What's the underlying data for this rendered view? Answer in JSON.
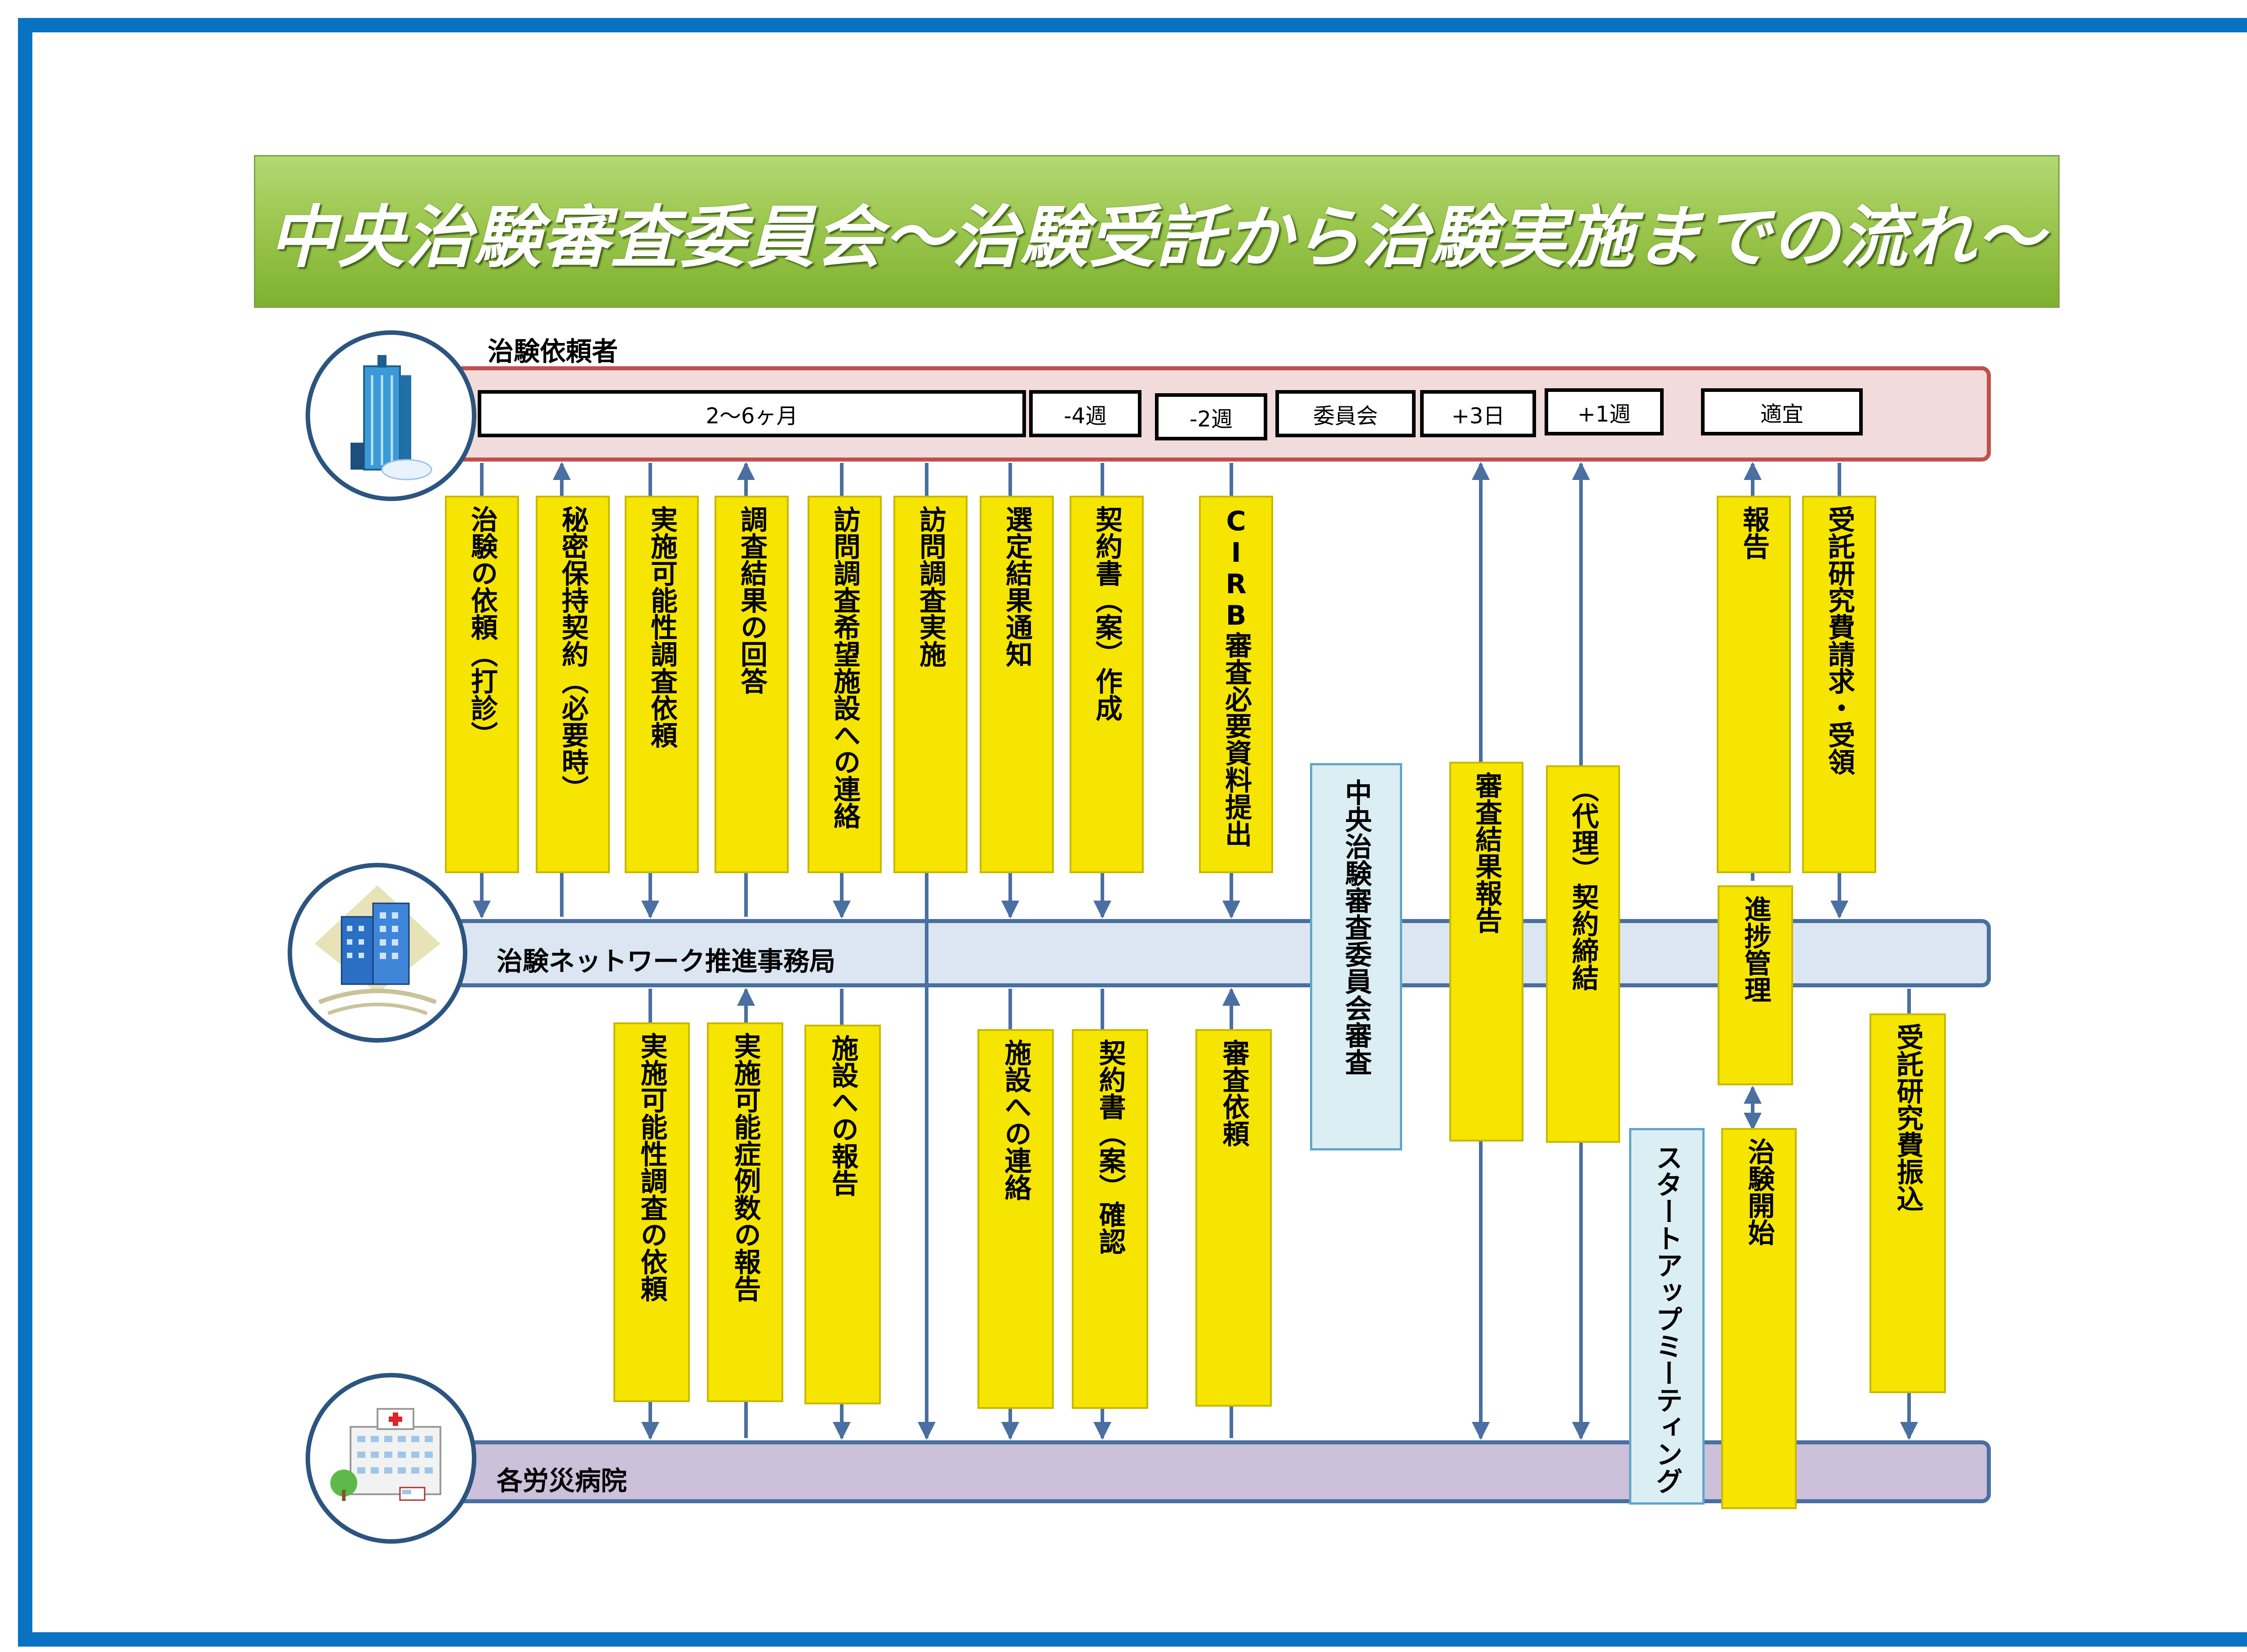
{
  "title": "中央治験審査委員会～治験受託から治験実施までの流れ～",
  "lanes": {
    "sponsor": "治験依頼者",
    "office": "治験ネットワーク推進事務局",
    "hospital": "各労災病院"
  },
  "timeline": [
    "2～6ヶ月",
    "-4週",
    "-2週",
    "委員会",
    "+3日",
    "+1週",
    "適宜"
  ],
  "upper_steps": [
    "治験の依頼（打診）",
    "秘密保持契約（必要時）",
    "実施可能性調査依頼",
    "調査結果の回答",
    "訪問調査希望施設への連絡",
    "訪問調査実施",
    "選定結果通知",
    "契約書（案）作成",
    "CIRB審査必要資料提出",
    "報告",
    "受託研究費請求・受領"
  ],
  "lower_steps": [
    "実施可能性調査の依頼",
    "実施可能症例数の報告",
    "施設への報告",
    "施設への連絡",
    "契約書（案）確認",
    "審査依頼",
    "受託研究費振込"
  ],
  "middle_steps": [
    "審査結果報告",
    "（代理）契約締結",
    "進捗管理",
    "治験開始"
  ],
  "committee": "中央治験審査委員会審査",
  "startup": "スタートアップミーティング",
  "colors": {
    "frame": "#0a72c2",
    "step_fill": "#f5e500",
    "arrow": "#4a6fa0"
  }
}
